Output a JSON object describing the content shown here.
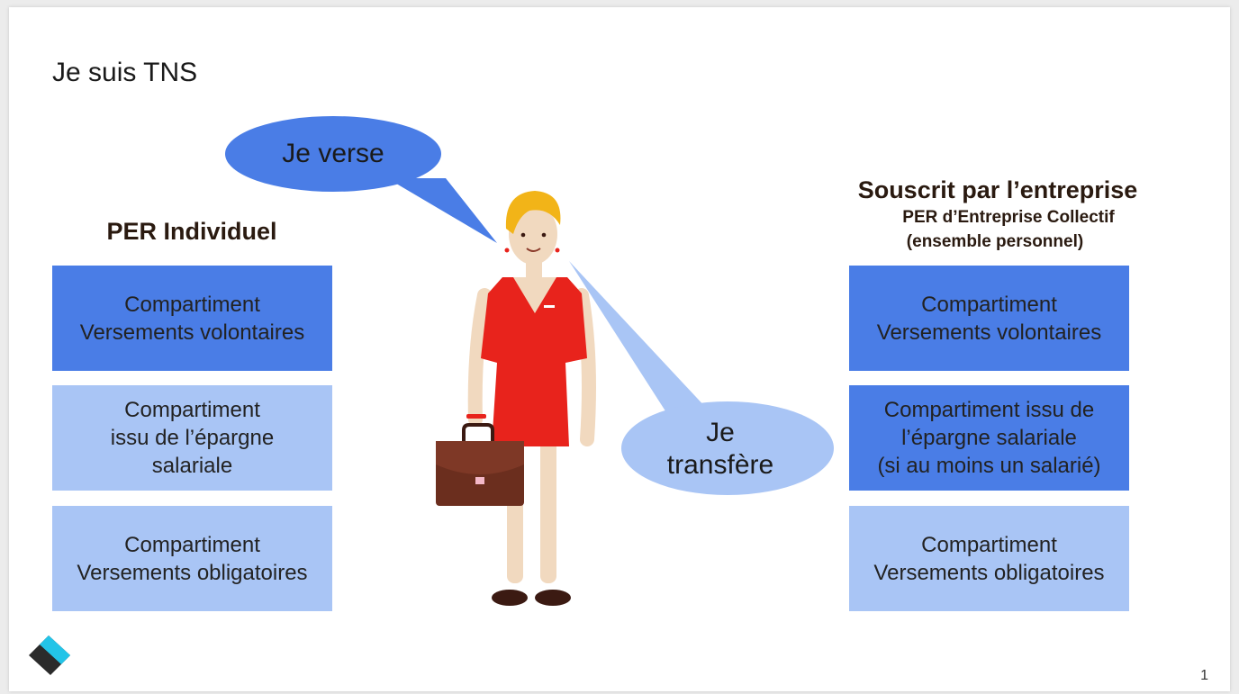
{
  "slide": {
    "title": "Je suis TNS",
    "page_number": "1"
  },
  "bubbles": {
    "top": "Je verse",
    "bottom_line1": "Je",
    "bottom_line2": "transfère"
  },
  "left": {
    "heading": "PER Individuel",
    "boxes": [
      {
        "line1": "Compartiment",
        "line2": "Versements volontaires",
        "line3": "",
        "style": "dark"
      },
      {
        "line1": "Compartiment",
        "line2": "issu de l’épargne",
        "line3": "salariale",
        "style": "light"
      },
      {
        "line1": "Compartiment",
        "line2": "Versements obligatoires",
        "line3": "",
        "style": "light"
      }
    ]
  },
  "right": {
    "heading": "Souscrit par l’entreprise",
    "subheading1": "PER d’Entreprise Collectif",
    "subheading2": "(ensemble personnel)",
    "boxes": [
      {
        "line1": "Compartiment",
        "line2": "Versements volontaires",
        "line3": "",
        "style": "dark"
      },
      {
        "line1": "Compartiment issu de",
        "line2": "l’épargne salariale",
        "line3": "(si au moins un salarié)",
        "style": "dark"
      },
      {
        "line1": "Compartiment",
        "line2": "Versements obligatoires",
        "line3": "",
        "style": "light"
      }
    ]
  },
  "colors": {
    "dark_blue": "#4a7de6",
    "light_blue": "#a9c5f5",
    "dress_red": "#e8231c",
    "hair_blonde": "#f2b418",
    "briefcase_brown": "#6b2e1e"
  },
  "icons": [
    "woman-figure-icon",
    "briefcase-icon",
    "logo-icon"
  ]
}
